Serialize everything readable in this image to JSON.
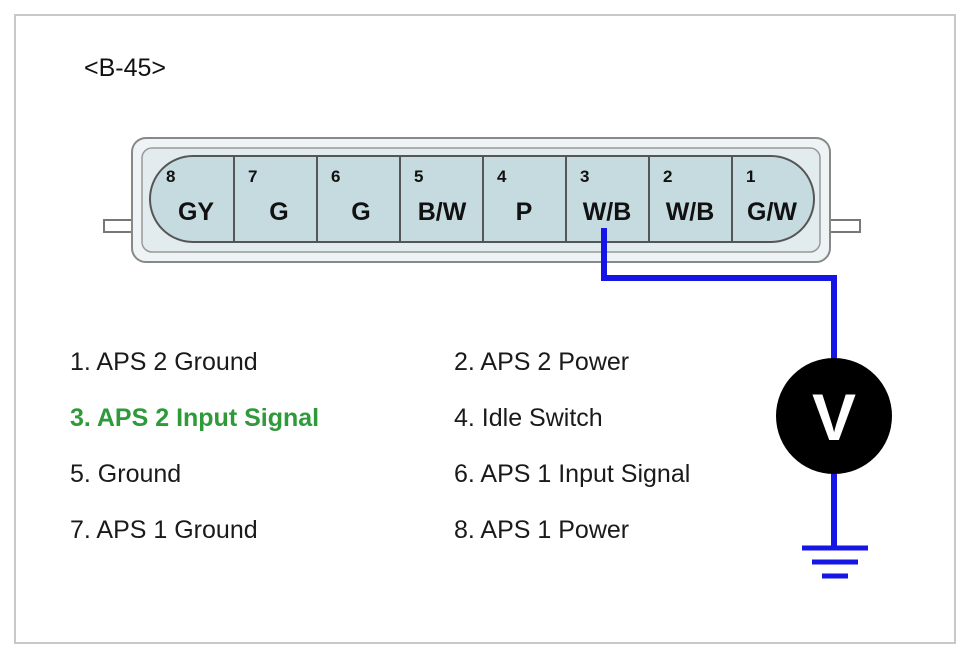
{
  "connector": {
    "id": "<B-45>",
    "pins": [
      {
        "num": "8",
        "color": "GY"
      },
      {
        "num": "7",
        "color": "G"
      },
      {
        "num": "6",
        "color": "G"
      },
      {
        "num": "5",
        "color": "B/W"
      },
      {
        "num": "4",
        "color": "P"
      },
      {
        "num": "3",
        "color": "W/B"
      },
      {
        "num": "2",
        "color": "W/B"
      },
      {
        "num": "1",
        "color": "G/W"
      }
    ]
  },
  "legend": {
    "items": [
      {
        "text": "1. APS 2 Ground"
      },
      {
        "text": "2. APS 2 Power"
      },
      {
        "text": "3. APS 2 Input Signal",
        "highlight": true
      },
      {
        "text": "4. Idle Switch"
      },
      {
        "text": "5. Ground"
      },
      {
        "text": "6. APS 1 Input Signal"
      },
      {
        "text": "7. APS 1 Ground"
      },
      {
        "text": "8. APS 1 Power"
      }
    ]
  },
  "meter": {
    "label": "V"
  },
  "colors": {
    "wire": "#1515e6",
    "connector_fill": "#c6dbe0",
    "connector_outline": "#555555",
    "highlight_text": "#2e9a3a",
    "meter_fill": "#000000"
  }
}
